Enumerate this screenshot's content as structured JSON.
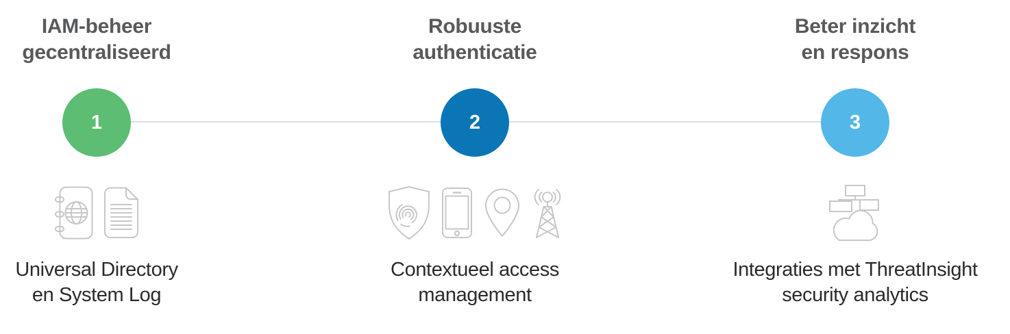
{
  "colors": {
    "background": "#ffffff",
    "title_text": "#58595b",
    "caption_text": "#2b2b2b",
    "number_text": "#ffffff",
    "icon_stroke": "#c7c7c7",
    "connector_line": "#dedede",
    "step1_accent": "#5cbd73",
    "step2_accent": "#0b76b5",
    "step3_accent": "#53b7e8"
  },
  "steps": [
    {
      "number": "1",
      "title_line1": "IAM-beheer",
      "title_line2": "gecentraliseerd",
      "caption_line1": "Universal Directory",
      "caption_line2": "en System Log",
      "color": "#5cbd73",
      "icons": [
        "directory-book",
        "log-document"
      ]
    },
    {
      "number": "2",
      "title_line1": "Robuuste",
      "title_line2": "authenticatie",
      "caption_line1": "Contextueel access",
      "caption_line2": "management",
      "color": "#0b76b5",
      "icons": [
        "fingerprint-shield",
        "smartphone",
        "location-pin",
        "radio-tower"
      ]
    },
    {
      "number": "3",
      "title_line1": "Beter inzicht",
      "title_line2": "en respons",
      "caption_line1": "Integraties met ThreatInsight",
      "caption_line2": "security analytics",
      "color": "#53b7e8",
      "icons": [
        "cloud-network"
      ]
    }
  ]
}
